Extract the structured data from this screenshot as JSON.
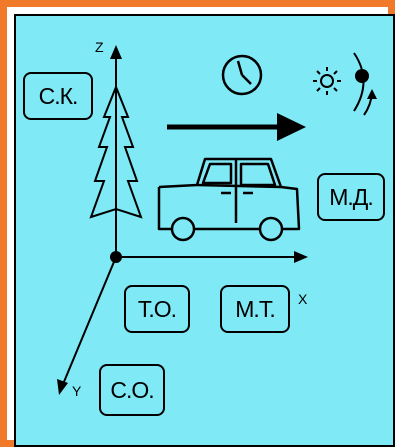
{
  "labels": {
    "sk": "С.К.",
    "md": "М.Д.",
    "to": "Т.О.",
    "mt": "М.Т.",
    "so": "С.О."
  },
  "axes": {
    "x": "X",
    "y": "Y",
    "z": "Z"
  },
  "colors": {
    "border": "#f07a2a",
    "background": "#7fe9f6",
    "line": "#000000"
  },
  "icons": [
    "tree-icon",
    "car-icon",
    "clock-icon",
    "sun-icon",
    "motion-arrow-icon"
  ]
}
